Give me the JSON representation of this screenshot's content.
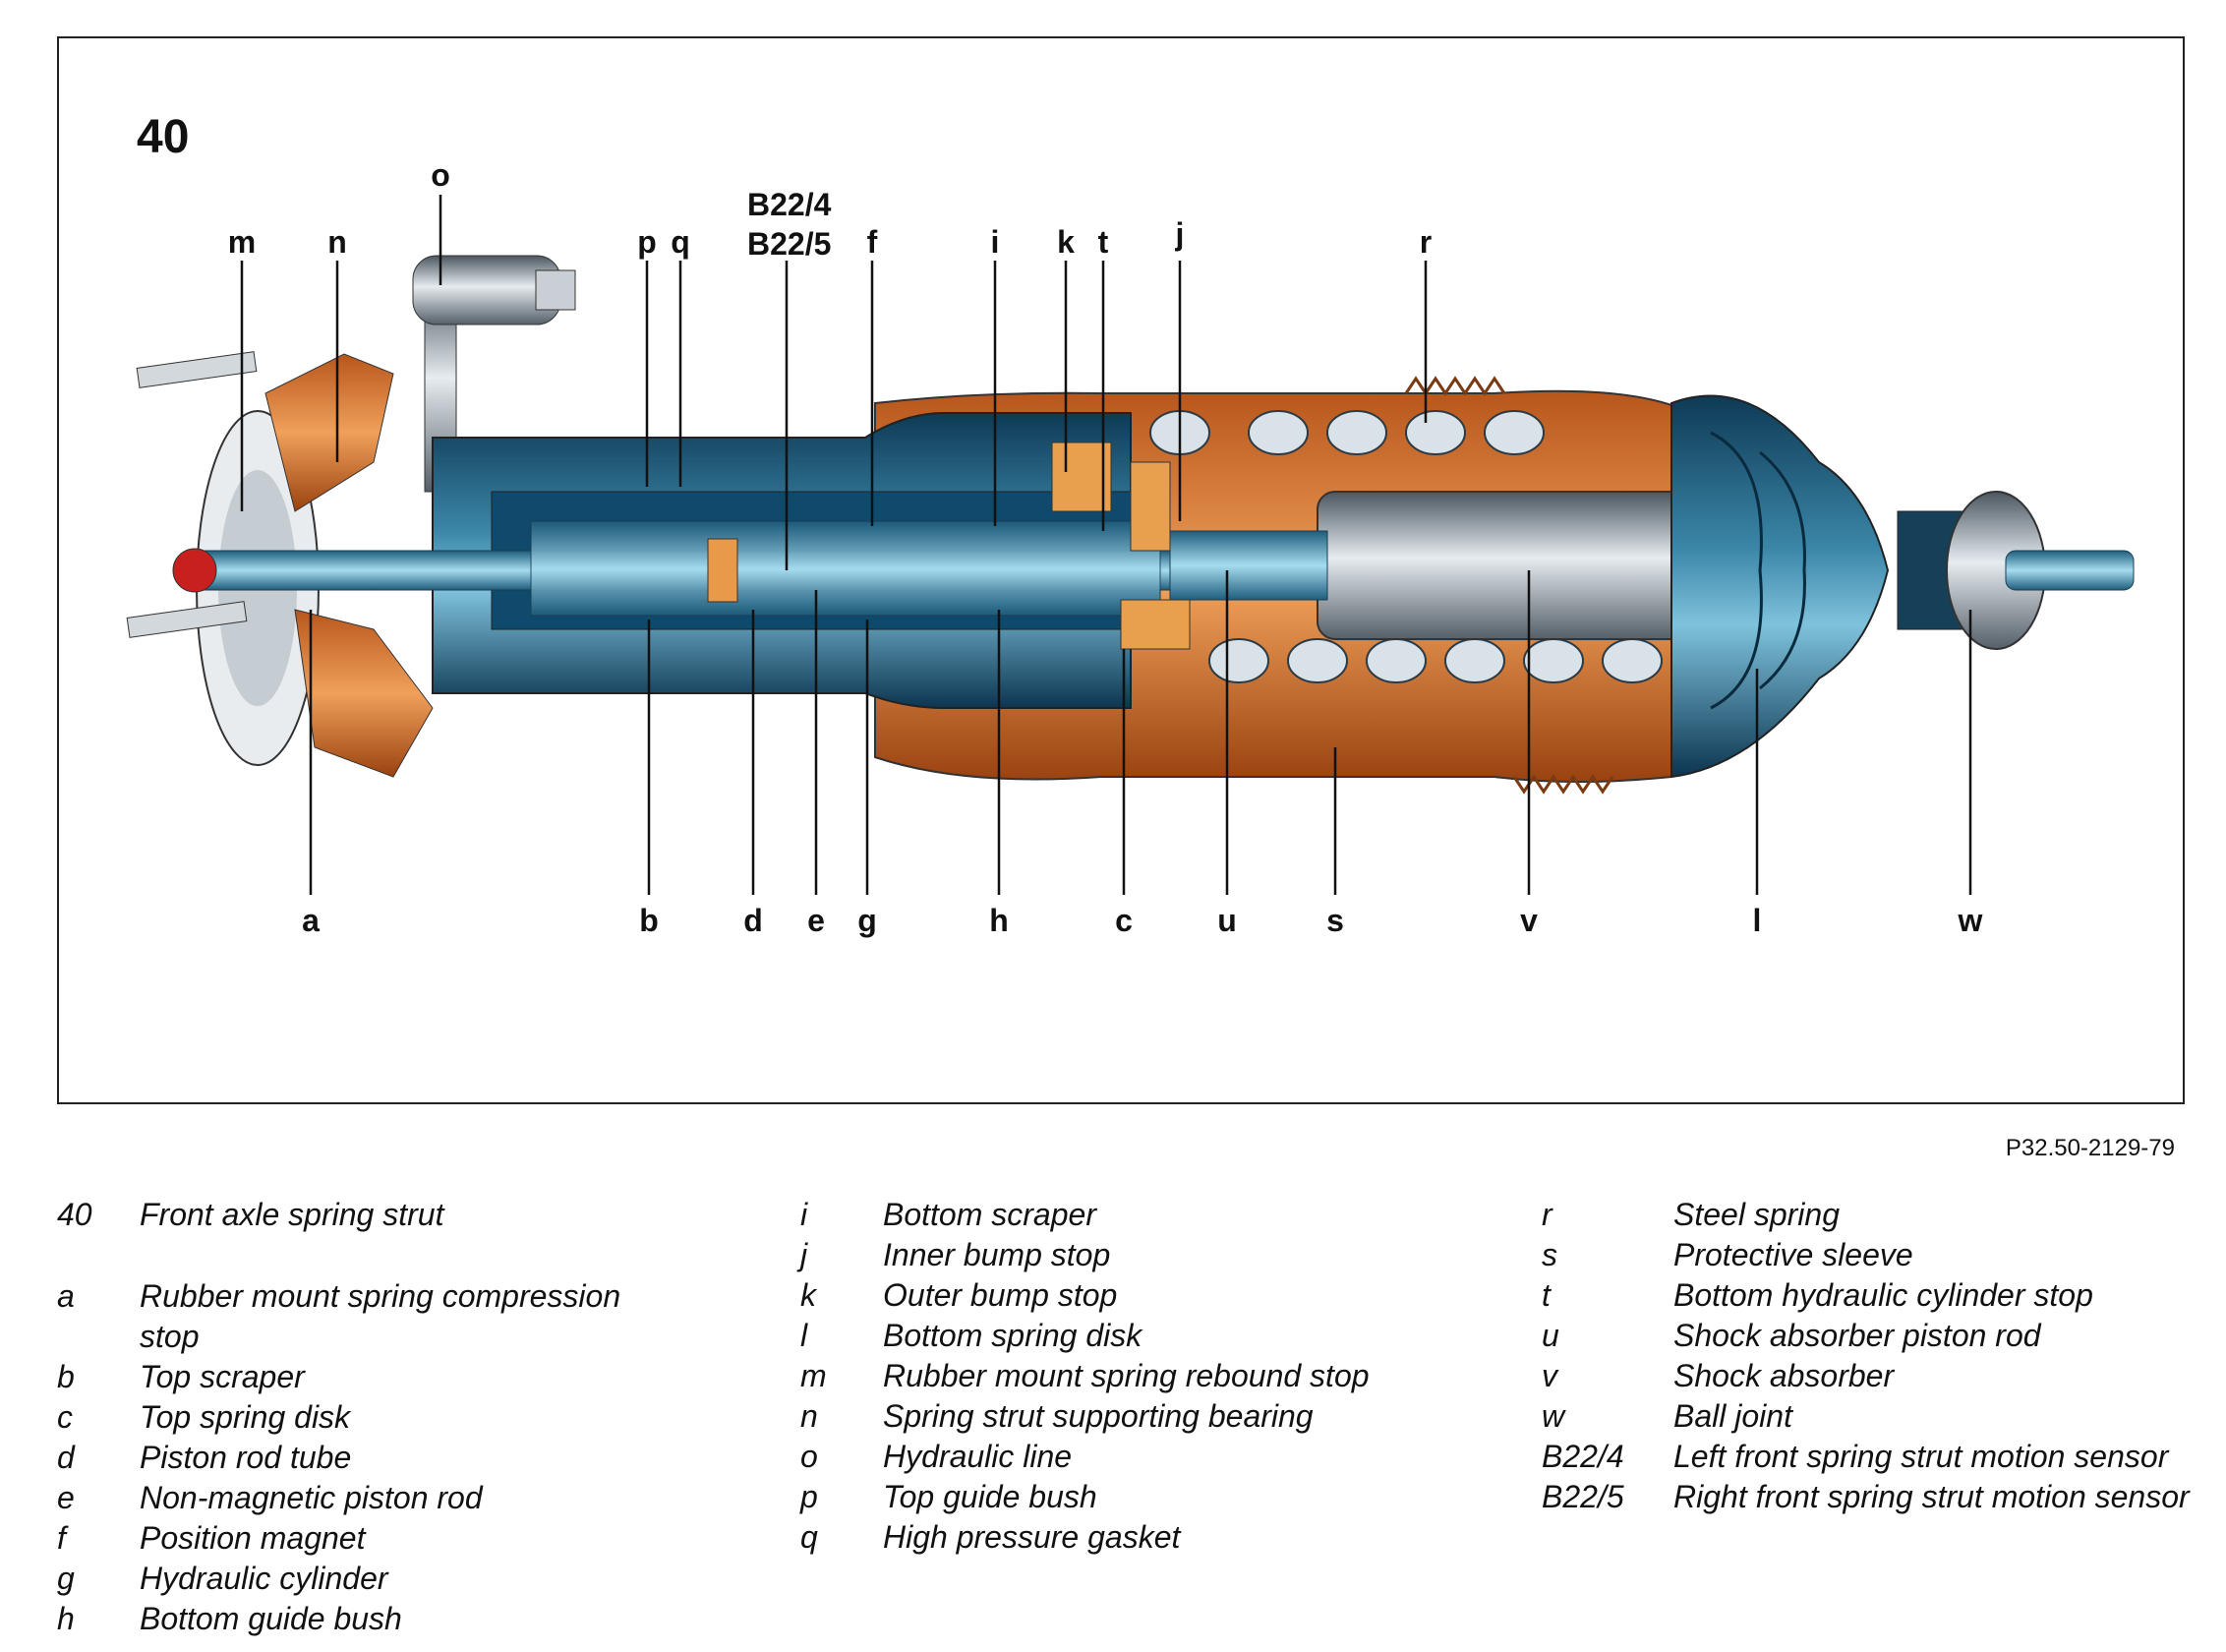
{
  "figure": {
    "number": "40",
    "reference": "P32.50-2129-79"
  },
  "callouts_top": [
    "m",
    "n",
    "o",
    "p",
    "q",
    "f",
    "i",
    "k",
    "t",
    "j",
    "r"
  ],
  "callouts_bottom": [
    "a",
    "b",
    "d",
    "e",
    "g",
    "h",
    "c",
    "u",
    "s",
    "v",
    "l",
    "w"
  ],
  "sensor_labels": [
    "B22/4",
    "B22/5"
  ],
  "legend": {
    "col1": [
      {
        "key": "40",
        "desc": "Front axle spring strut"
      },
      {
        "key": "a",
        "desc": "Rubber mount spring compression stop"
      },
      {
        "key": "b",
        "desc": "Top scraper"
      },
      {
        "key": "c",
        "desc": "Top spring disk"
      },
      {
        "key": "d",
        "desc": "Piston rod tube"
      },
      {
        "key": "e",
        "desc": "Non-magnetic piston rod"
      },
      {
        "key": "f",
        "desc": "Position magnet"
      },
      {
        "key": "g",
        "desc": "Hydraulic cylinder"
      },
      {
        "key": "h",
        "desc": "Bottom guide bush"
      }
    ],
    "col2": [
      {
        "key": "i",
        "desc": "Bottom scraper"
      },
      {
        "key": "j",
        "desc": "Inner bump stop"
      },
      {
        "key": "k",
        "desc": "Outer bump stop"
      },
      {
        "key": "l",
        "desc": "Bottom spring disk"
      },
      {
        "key": "m",
        "desc": "Rubber mount spring rebound stop"
      },
      {
        "key": "n",
        "desc": "Spring strut supporting bearing"
      },
      {
        "key": "o",
        "desc": "Hydraulic line"
      },
      {
        "key": "p",
        "desc": "Top guide bush"
      },
      {
        "key": "q",
        "desc": "High pressure gasket"
      }
    ],
    "col3": [
      {
        "key": "r",
        "desc": "Steel spring"
      },
      {
        "key": "s",
        "desc": "Protective sleeve"
      },
      {
        "key": "t",
        "desc": "Bottom hydraulic cylinder stop"
      },
      {
        "key": "u",
        "desc": "Shock absorber piston rod"
      },
      {
        "key": "v",
        "desc": "Shock absorber"
      },
      {
        "key": "w",
        "desc": "Ball joint"
      },
      {
        "key": "B22/4",
        "desc": "Left front spring strut motion sensor"
      },
      {
        "key": "B22/5",
        "desc": "Right front spring strut motion sensor"
      }
    ]
  }
}
